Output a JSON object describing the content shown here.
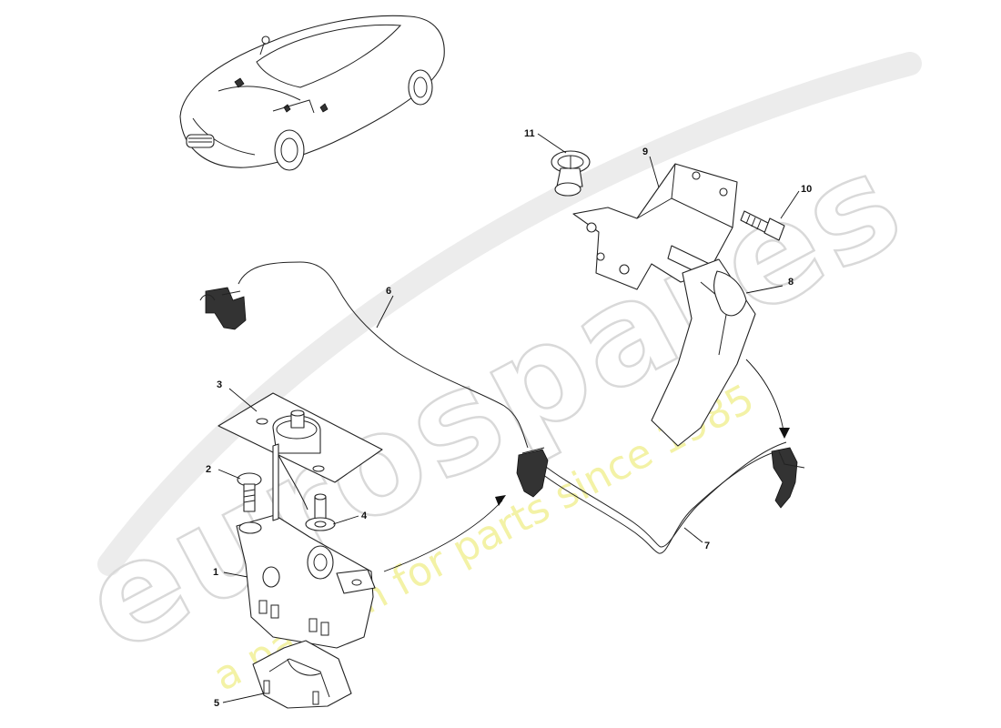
{
  "watermark": {
    "brand": "eurospares",
    "tagline": "a passion for parts since 1985"
  },
  "callouts": [
    {
      "id": "1",
      "label": "1"
    },
    {
      "id": "2",
      "label": "2"
    },
    {
      "id": "3",
      "label": "3"
    },
    {
      "id": "4",
      "label": "4"
    },
    {
      "id": "5",
      "label": "5"
    },
    {
      "id": "6",
      "label": "6"
    },
    {
      "id": "7",
      "label": "7"
    },
    {
      "id": "8",
      "label": "8"
    },
    {
      "id": "9",
      "label": "9"
    },
    {
      "id": "10",
      "label": "10"
    },
    {
      "id": "11",
      "label": "11"
    }
  ]
}
